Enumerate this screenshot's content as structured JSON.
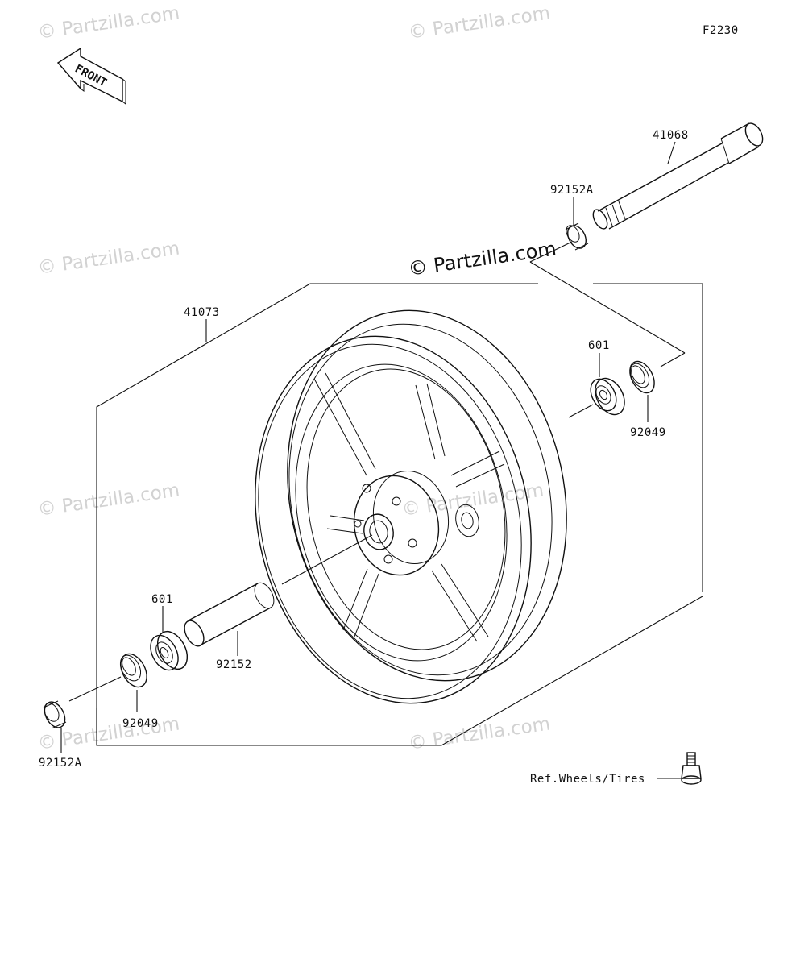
{
  "figure_code": "F2230",
  "front_label": "FRONT",
  "watermark_main": "© Partzilla.com",
  "watermark_faint": "© Partzilla.com",
  "parts": {
    "axle": "41068",
    "collar_top": "92152A",
    "wheel": "41073",
    "bearing_right": "601",
    "seal_right": "92049",
    "bearing_left": "601",
    "spacer": "92152",
    "seal_left": "92049",
    "collar_bottom": "92152A"
  },
  "ref_text": "Ref.Wheels/Tires"
}
